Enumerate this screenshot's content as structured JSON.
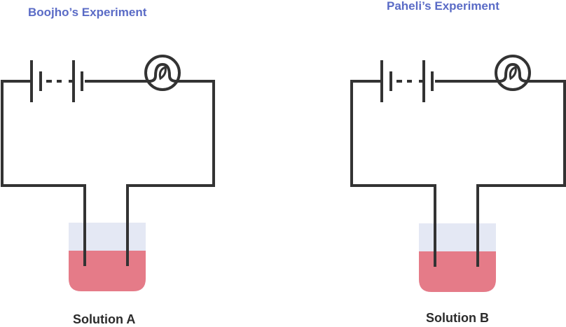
{
  "experiments": [
    {
      "title": "Boojho’s Experiment",
      "solution_label": "Solution A"
    },
    {
      "title": "Paheli’s Experiment",
      "solution_label": "Solution B"
    }
  ],
  "colors": {
    "title": "#5a6bc6",
    "wire": "#333333",
    "beaker_empty": "#e4e8f4",
    "solution": "#e57b88",
    "label_text": "#2b2b2b"
  },
  "icons": {
    "battery": "battery-icon",
    "bulb": "bulb-icon",
    "beaker": "beaker-icon"
  }
}
